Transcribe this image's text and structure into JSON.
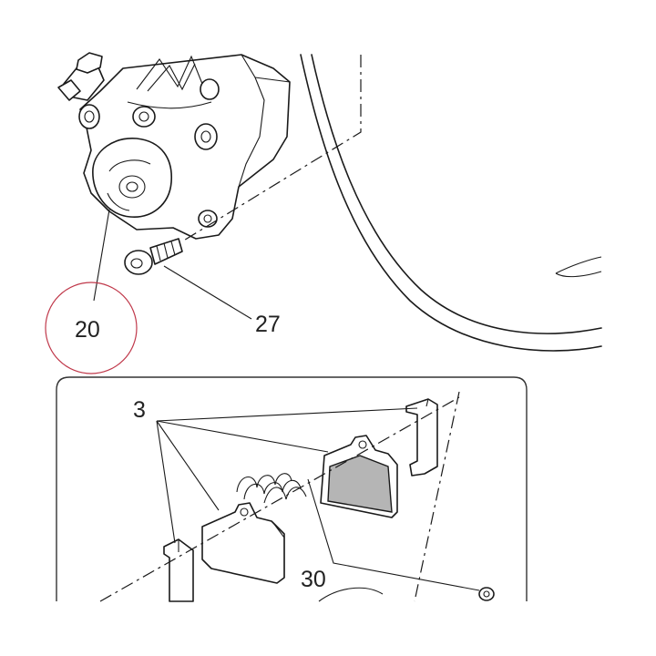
{
  "callouts": {
    "caliper": "20",
    "bolt": "27",
    "pads": "3",
    "spring": "30"
  },
  "colors": {
    "line": "#1a1a1a",
    "highlight_circle": "#c0394b",
    "pad_fill": "#b5b5b5",
    "panel_border": "#333333"
  }
}
